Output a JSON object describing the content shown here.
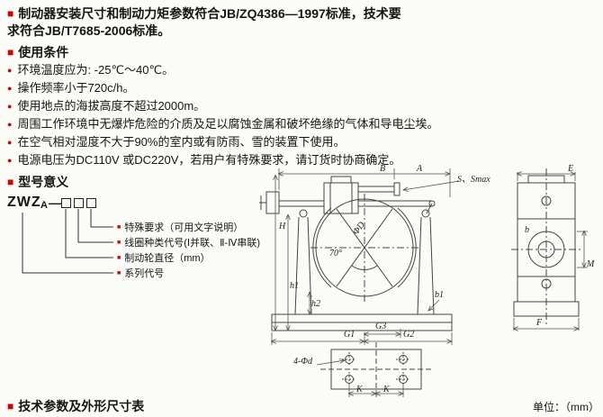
{
  "icons": {
    "section_square": "■",
    "item_dot": "●",
    "label_square": "■"
  },
  "colors": {
    "accent_red": "#d40000"
  },
  "intro": "制动器安装尺寸和制动力矩参数符合JB/ZQ4386—1997标准，技术要\n求符合JB/T7685-2006标准。",
  "sections": {
    "conditions": {
      "title": "使用条件",
      "items": [
        "环境温度应为: -25℃～40℃。",
        "操作频率小于720c/h。",
        "使用地点的海拔高度不超过2000m。",
        "周围工作环境中无爆炸危险的介质及足以腐蚀金属和破坏绝缘的气体和导电尘埃。",
        "在空气相对湿度不大于90%的室内或有防雨、雪的装置下使用。",
        "电源电压为DC110V 或DC220V，若用户有特殊要求，请订货时协商确定。"
      ]
    },
    "model": {
      "title": "型号意义",
      "code_prefix": "ZWZ",
      "code_sub": "A",
      "code_dash": "—",
      "labels": [
        "特殊要求（可用文字说明）",
        "线圈种类代号(Ⅰ并联、Ⅱ-Ⅳ串联)",
        "制动轮直径（mm）",
        "系列代号"
      ]
    },
    "table": {
      "title": "技术参数及外形尺寸表",
      "unit": "单位：（mm）"
    }
  },
  "drawing": {
    "labels": {
      "B": "B",
      "A": "A",
      "H": "H",
      "h1": "h1",
      "h2": "h2",
      "G1": "G1",
      "G2": "G2",
      "G3": "G3",
      "phiD": "ΦD",
      "angle": "70°",
      "stroke": "S、Smax",
      "b1": "b1",
      "E": "E",
      "b": "b",
      "M": "M",
      "F": "F",
      "holes": "4-Φd",
      "K": "K"
    }
  }
}
